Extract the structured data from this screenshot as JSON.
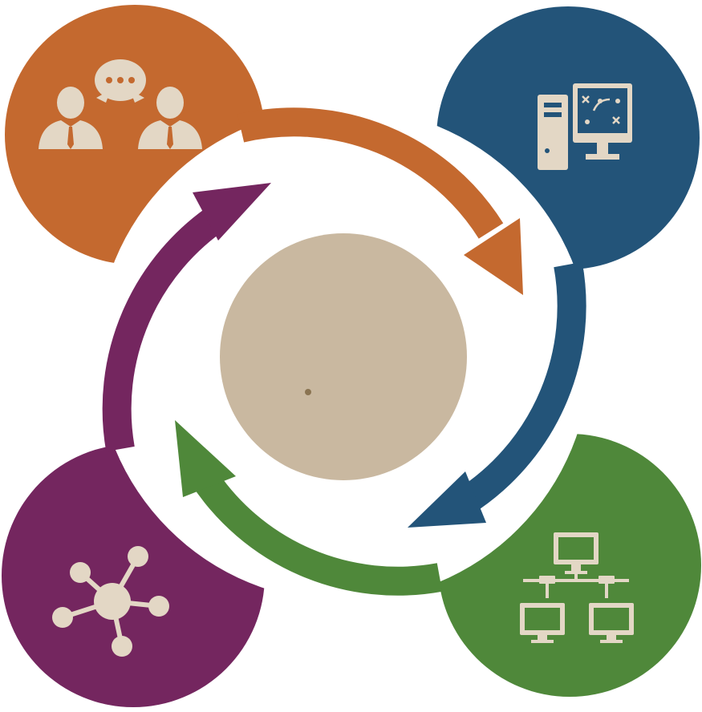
{
  "colors": {
    "background": "#ffffff",
    "orange": "#c4692f",
    "blue": "#235479",
    "green": "#4f883a",
    "purple": "#74265f",
    "center": "#c9b8a0",
    "center_dot": "#8a7452",
    "icon_fill": "#e3d7c5"
  },
  "nodes": [
    {
      "id": "collaboration",
      "color_key": "orange",
      "icon": "people-chat-icon"
    },
    {
      "id": "strategy",
      "color_key": "blue",
      "icon": "computer-strategy-icon"
    },
    {
      "id": "networking",
      "color_key": "green",
      "icon": "network-computers-icon"
    },
    {
      "id": "connections",
      "color_key": "purple",
      "icon": "hub-nodes-icon"
    }
  ],
  "flow": [
    {
      "from": "collaboration",
      "to": "strategy",
      "arrow_color_key": "orange"
    },
    {
      "from": "strategy",
      "to": "networking",
      "arrow_color_key": "blue"
    },
    {
      "from": "networking",
      "to": "connections",
      "arrow_color_key": "green"
    },
    {
      "from": "connections",
      "to": "collaboration",
      "arrow_color_key": "purple"
    }
  ],
  "center": {
    "label": ""
  }
}
